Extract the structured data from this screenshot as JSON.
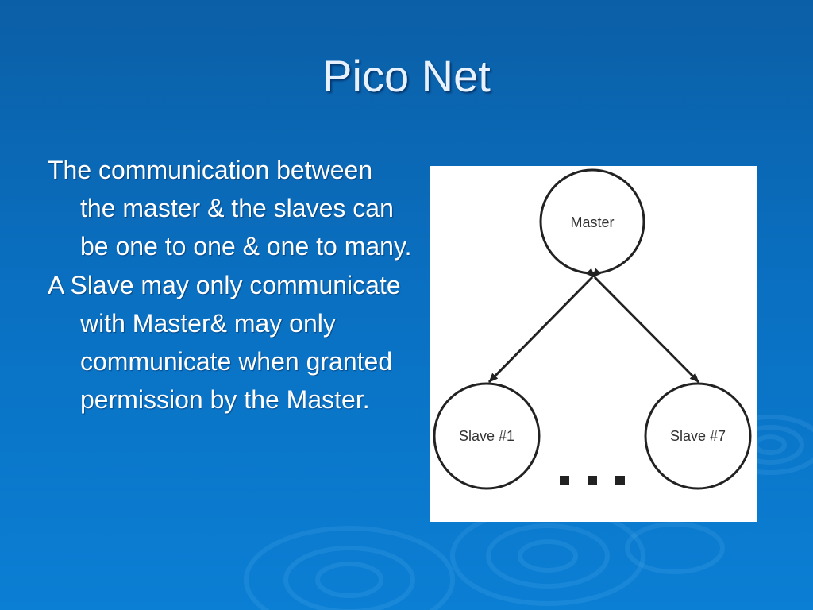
{
  "slide": {
    "title": "Pico Net",
    "bullets": [
      "The communication between the master & the slaves can be one to one & one to many.",
      "A Slave may only communicate with Master& may only communicate when granted permission by the Master."
    ]
  },
  "diagram": {
    "master_label": "Master",
    "slave_left_label": "Slave #1",
    "slave_right_label": "Slave #7"
  },
  "colors": {
    "background": "#0a6fc0",
    "title_text": "#e8f2ff",
    "body_text": "#ffffff",
    "figure_background": "#ffffff",
    "figure_ink": "#222222"
  }
}
